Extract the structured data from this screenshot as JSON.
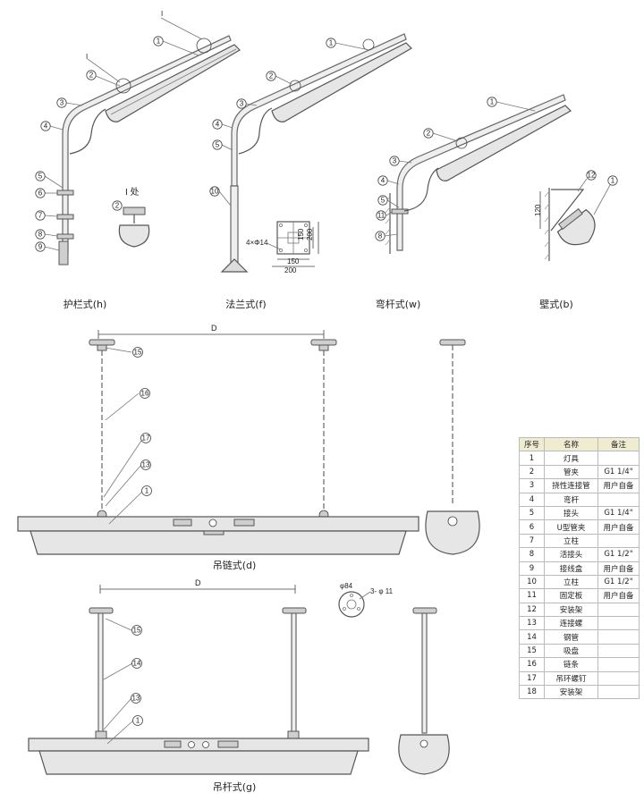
{
  "captions": {
    "h": "护栏式(h)",
    "f": "法兰式(f)",
    "w": "弯杆式(w)",
    "b": "壁式(b)",
    "d": "吊链式(d)",
    "g": "吊杆式(g)"
  },
  "detail": {
    "marker": "I",
    "label": "I 处"
  },
  "dimensions": {
    "D": "D",
    "flange_holes": "4×Φ14",
    "flange_150": "150",
    "flange_200": "200",
    "flange_150v": "150",
    "flange_200v": "200",
    "wall_120": "120",
    "canopy_dia": "φ84",
    "canopy_holes": "3- φ 11"
  },
  "callouts": {
    "h": [
      "1",
      "2",
      "3",
      "4",
      "5",
      "6",
      "7",
      "8",
      "9"
    ],
    "f": [
      "1",
      "2",
      "3",
      "4",
      "5",
      "10"
    ],
    "w": [
      "1",
      "2",
      "3",
      "4",
      "5",
      "11",
      "8"
    ],
    "b": [
      "12",
      "1"
    ],
    "d": [
      "15",
      "16",
      "17",
      "13",
      "1"
    ],
    "g": [
      "15",
      "14",
      "13",
      "1"
    ]
  },
  "legend": {
    "headers": [
      "序号",
      "名称",
      "备注"
    ],
    "rows": [
      [
        "1",
        "灯具",
        ""
      ],
      [
        "2",
        "管夹",
        "G1 1/4\""
      ],
      [
        "3",
        "挠性连接管",
        "用户自备"
      ],
      [
        "4",
        "弯杆",
        ""
      ],
      [
        "5",
        "接头",
        "G1 1/4\""
      ],
      [
        "6",
        "U型管夹",
        "用户自备"
      ],
      [
        "7",
        "立柱",
        ""
      ],
      [
        "8",
        "活接头",
        "G1 1/2\""
      ],
      [
        "9",
        "接线盒",
        "用户自备"
      ],
      [
        "10",
        "立柱",
        "G1 1/2\""
      ],
      [
        "11",
        "固定板",
        "用户自备"
      ],
      [
        "12",
        "安装架",
        ""
      ],
      [
        "13",
        "连接螺",
        ""
      ],
      [
        "14",
        "钢管",
        ""
      ],
      [
        "15",
        "吸盘",
        ""
      ],
      [
        "16",
        "链条",
        ""
      ],
      [
        "17",
        "吊环螺钉",
        ""
      ],
      [
        "18",
        "安装架",
        ""
      ]
    ]
  }
}
